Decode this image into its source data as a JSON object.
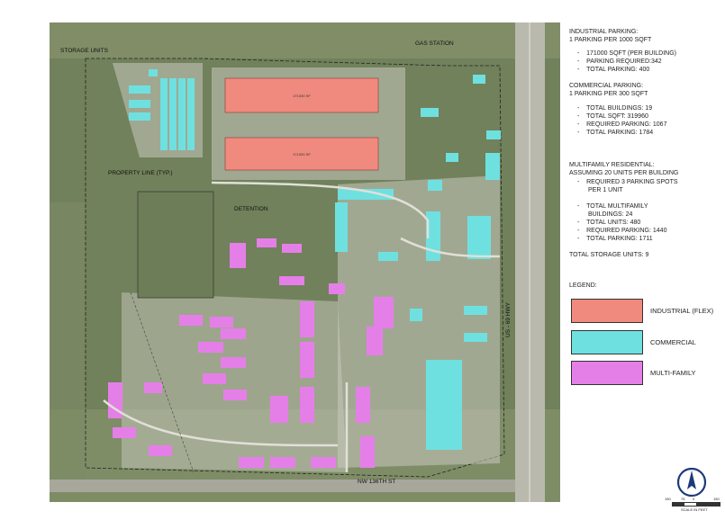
{
  "notes": {
    "industrial_title": "INDUSTRIAL PARKING:",
    "industrial_rule": "1 PARKING PER 1000 SQFT",
    "industrial_items": [
      "171000 SQFT (PER BUILDING)",
      "PARKING REQUIRED:342",
      "TOTAL PARKING: 400"
    ],
    "commercial_title": "COMMERCIAL PARKING:",
    "commercial_rule": "1 PARKING PER 300 SQFT",
    "commercial_items": [
      "TOTAL BUILDINGS: 19",
      "TOTAL SQFT: 319960",
      "REQUIRED PARKING: 1067",
      "TOTAL PARKING: 1784"
    ],
    "multifamily_title": "MULTIFAMILY RESIDENTIAL:",
    "multifamily_rule": "ASSUMING 20 UNITS PER BUILDING",
    "multifamily_items": [
      "REQUIRED 3 PARKING SPOTS",
      "PER 1 UNIT",
      "TOTAL MULTIFAMILY",
      "BUILDINGS: 24",
      "TOTAL UNITS: 480",
      "REQUIRED PARKING: 1440",
      "TOTAL PARKING: 1711"
    ],
    "storage_total": "TOTAL STORAGE UNITS: 9"
  },
  "legend": {
    "title": "LEGEND:",
    "items": [
      {
        "label": "INDUSTRIAL (FLEX)",
        "color": "#f08a7e"
      },
      {
        "label": "COMMERCIAL",
        "color": "#6fe0e0"
      },
      {
        "label": "MULTI-FAMILY",
        "color": "#e57fe8"
      }
    ]
  },
  "map_labels": {
    "storage_units": "STORAGE UNITS",
    "gas_station": "GAS STATION",
    "property_line": "PROPERTY LINE (TYP.)",
    "detention": "DETENTION",
    "street": "NW 136TH ST",
    "highway": "US - 69 HWY"
  },
  "scale": {
    "ticks": [
      "150",
      "75",
      "0",
      "150"
    ],
    "caption": "SCALE IN FEET"
  },
  "buildings": {
    "industrial_label": "171000 SF"
  }
}
